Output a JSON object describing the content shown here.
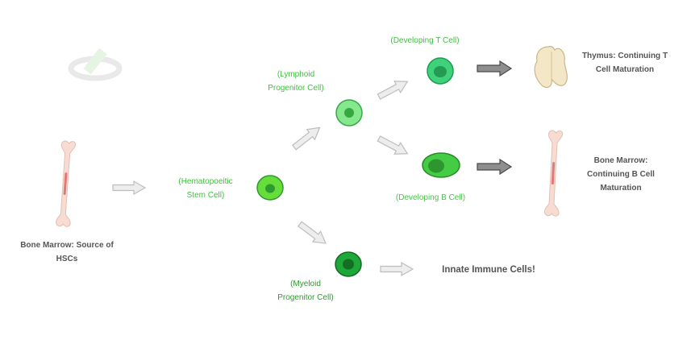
{
  "labels": {
    "bone_marrow_source": [
      "Bone Marrow: Source of",
      "HSCs"
    ],
    "hsc": [
      "(Hematopoeitic",
      "Stem Cell)"
    ],
    "lymphoid": [
      "(Lymphoid",
      "Progenitor Cell)"
    ],
    "myeloid": [
      "(Myeloid",
      "Progenitor Cell)"
    ],
    "developing_t": "(Developing T Cell)",
    "developing_b": "(Developing B Cell)",
    "thymus": [
      "Thymus: Continuing T",
      "Cell Maturation"
    ],
    "bone_marrow_b": [
      "Bone Marrow:",
      "Continuing B Cell",
      "Maturation"
    ],
    "innate": "Innate Immune Cells!"
  },
  "colors": {
    "hsc_cell": "#66dd3a",
    "lymphoid_cell": "#86e88c",
    "t_cell": "#3fd27a",
    "b_cell": "#45cc45",
    "myeloid_cell": "#1fa83a",
    "light_arrow": "#d8d8d8",
    "dark_arrow": "#8c8c8c",
    "bone": "#f6d9cf",
    "thymus": "#f3e7c7"
  },
  "icons": [
    "bone-icon",
    "thymus-icon",
    "logo-icon",
    "arrow-icon"
  ]
}
